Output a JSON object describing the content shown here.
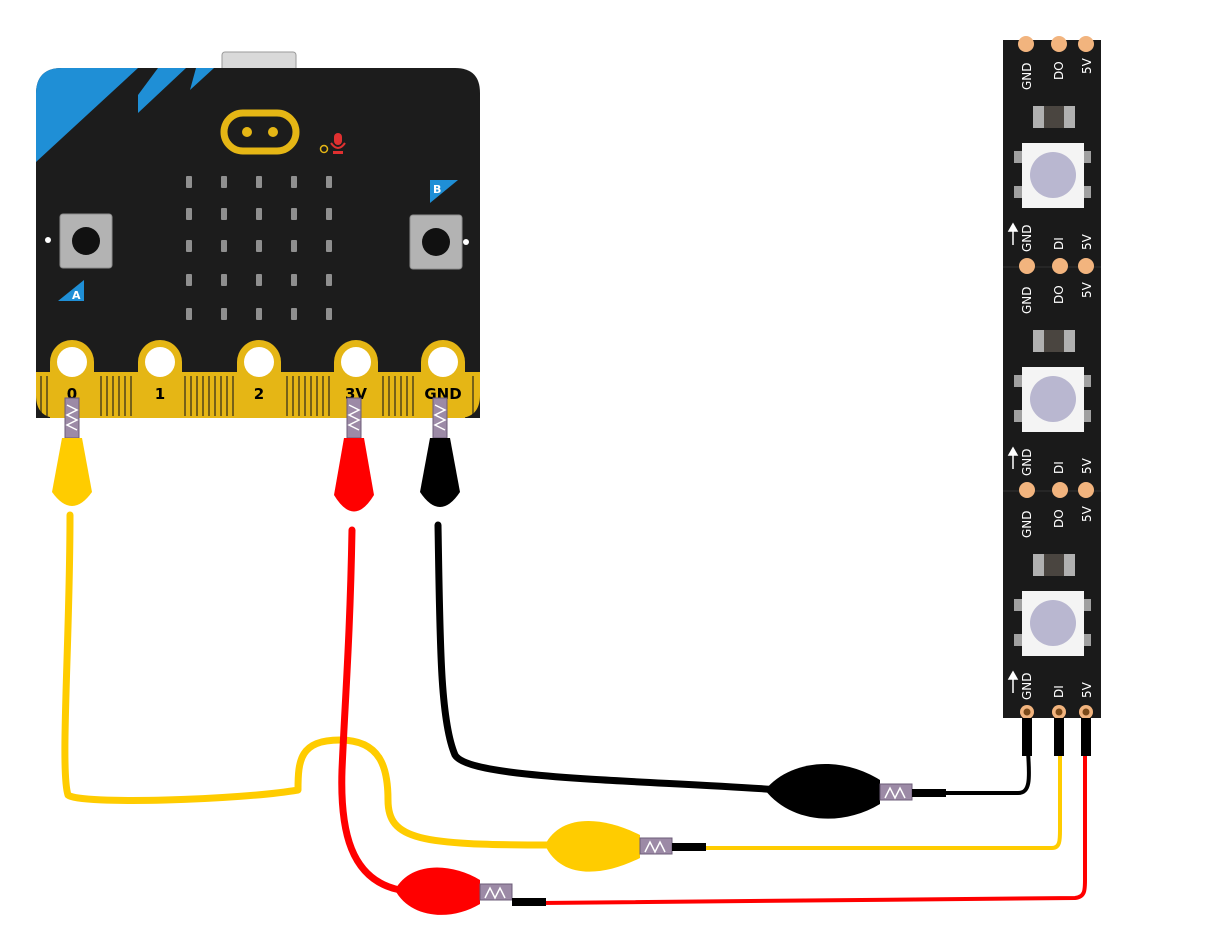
{
  "microbit": {
    "pins": [
      "0",
      "1",
      "2",
      "3V",
      "GND"
    ],
    "buttons": [
      "A",
      "B"
    ],
    "colors": {
      "board": "#1c1c1c",
      "gold": "#e5b615",
      "blue": "#1f8fd6",
      "mic": "#e03030"
    }
  },
  "strip": {
    "segments": [
      {
        "out_labels": [
          "GND",
          "DO",
          "5V"
        ]
      },
      {
        "in_labels": [
          "GND",
          "DI",
          "5V"
        ],
        "out_labels": [
          "GND",
          "DO",
          "5V"
        ]
      },
      {
        "in_labels": [
          "GND",
          "DI",
          "5V"
        ],
        "out_labels": [
          "GND",
          "DO",
          "5V"
        ]
      },
      {
        "in_labels": [
          "GND",
          "DI",
          "5V"
        ]
      }
    ],
    "colors": {
      "pcb": "#1a1a1a",
      "pad": "#f2b47e",
      "led": "#f4f4f4",
      "lens": "#b9b7d0"
    }
  },
  "wires": [
    {
      "name": "yellow",
      "color": "#ffcc00",
      "from": "0",
      "to": "DI"
    },
    {
      "name": "red",
      "color": "#ff0000",
      "from": "3V",
      "to": "5V"
    },
    {
      "name": "black",
      "color": "#000000",
      "from": "GND",
      "to": "GND"
    }
  ]
}
